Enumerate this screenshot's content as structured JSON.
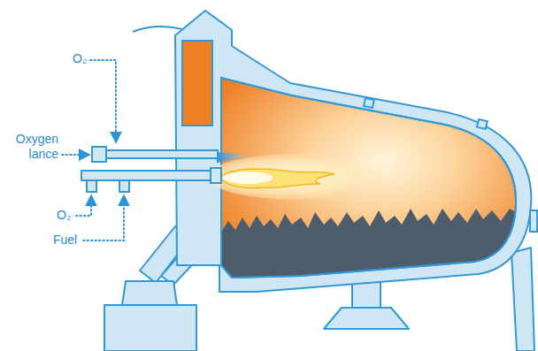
{
  "diagram": {
    "labels": [
      "O₂",
      "Oxygen lance",
      "O₂",
      "Fuel"
    ]
  }
}
